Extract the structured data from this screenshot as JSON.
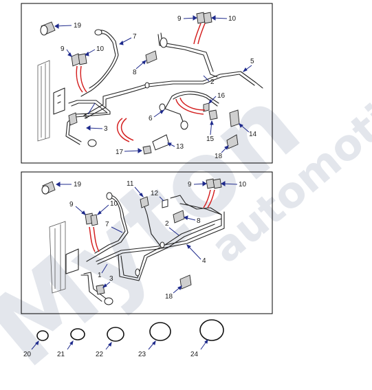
{
  "watermark": {
    "brand": "Myton",
    "sub": "automotive"
  },
  "panel_top": {
    "callouts": [
      "19",
      "9",
      "10",
      "7",
      "8",
      "9",
      "10",
      "2",
      "5",
      "16",
      "6",
      "1",
      "3",
      "15",
      "14",
      "17",
      "13",
      "18"
    ]
  },
  "panel_bottom": {
    "callouts": [
      "19",
      "11",
      "12",
      "9",
      "10",
      "9",
      "10",
      "8",
      "7",
      "2",
      "4",
      "1",
      "3",
      "18"
    ]
  },
  "seals": [
    "20",
    "21",
    "22",
    "23",
    "24"
  ],
  "colors": {
    "leader": "#1e2a8c",
    "highlight": "#d42020",
    "watermark": "#9ca9bd"
  }
}
